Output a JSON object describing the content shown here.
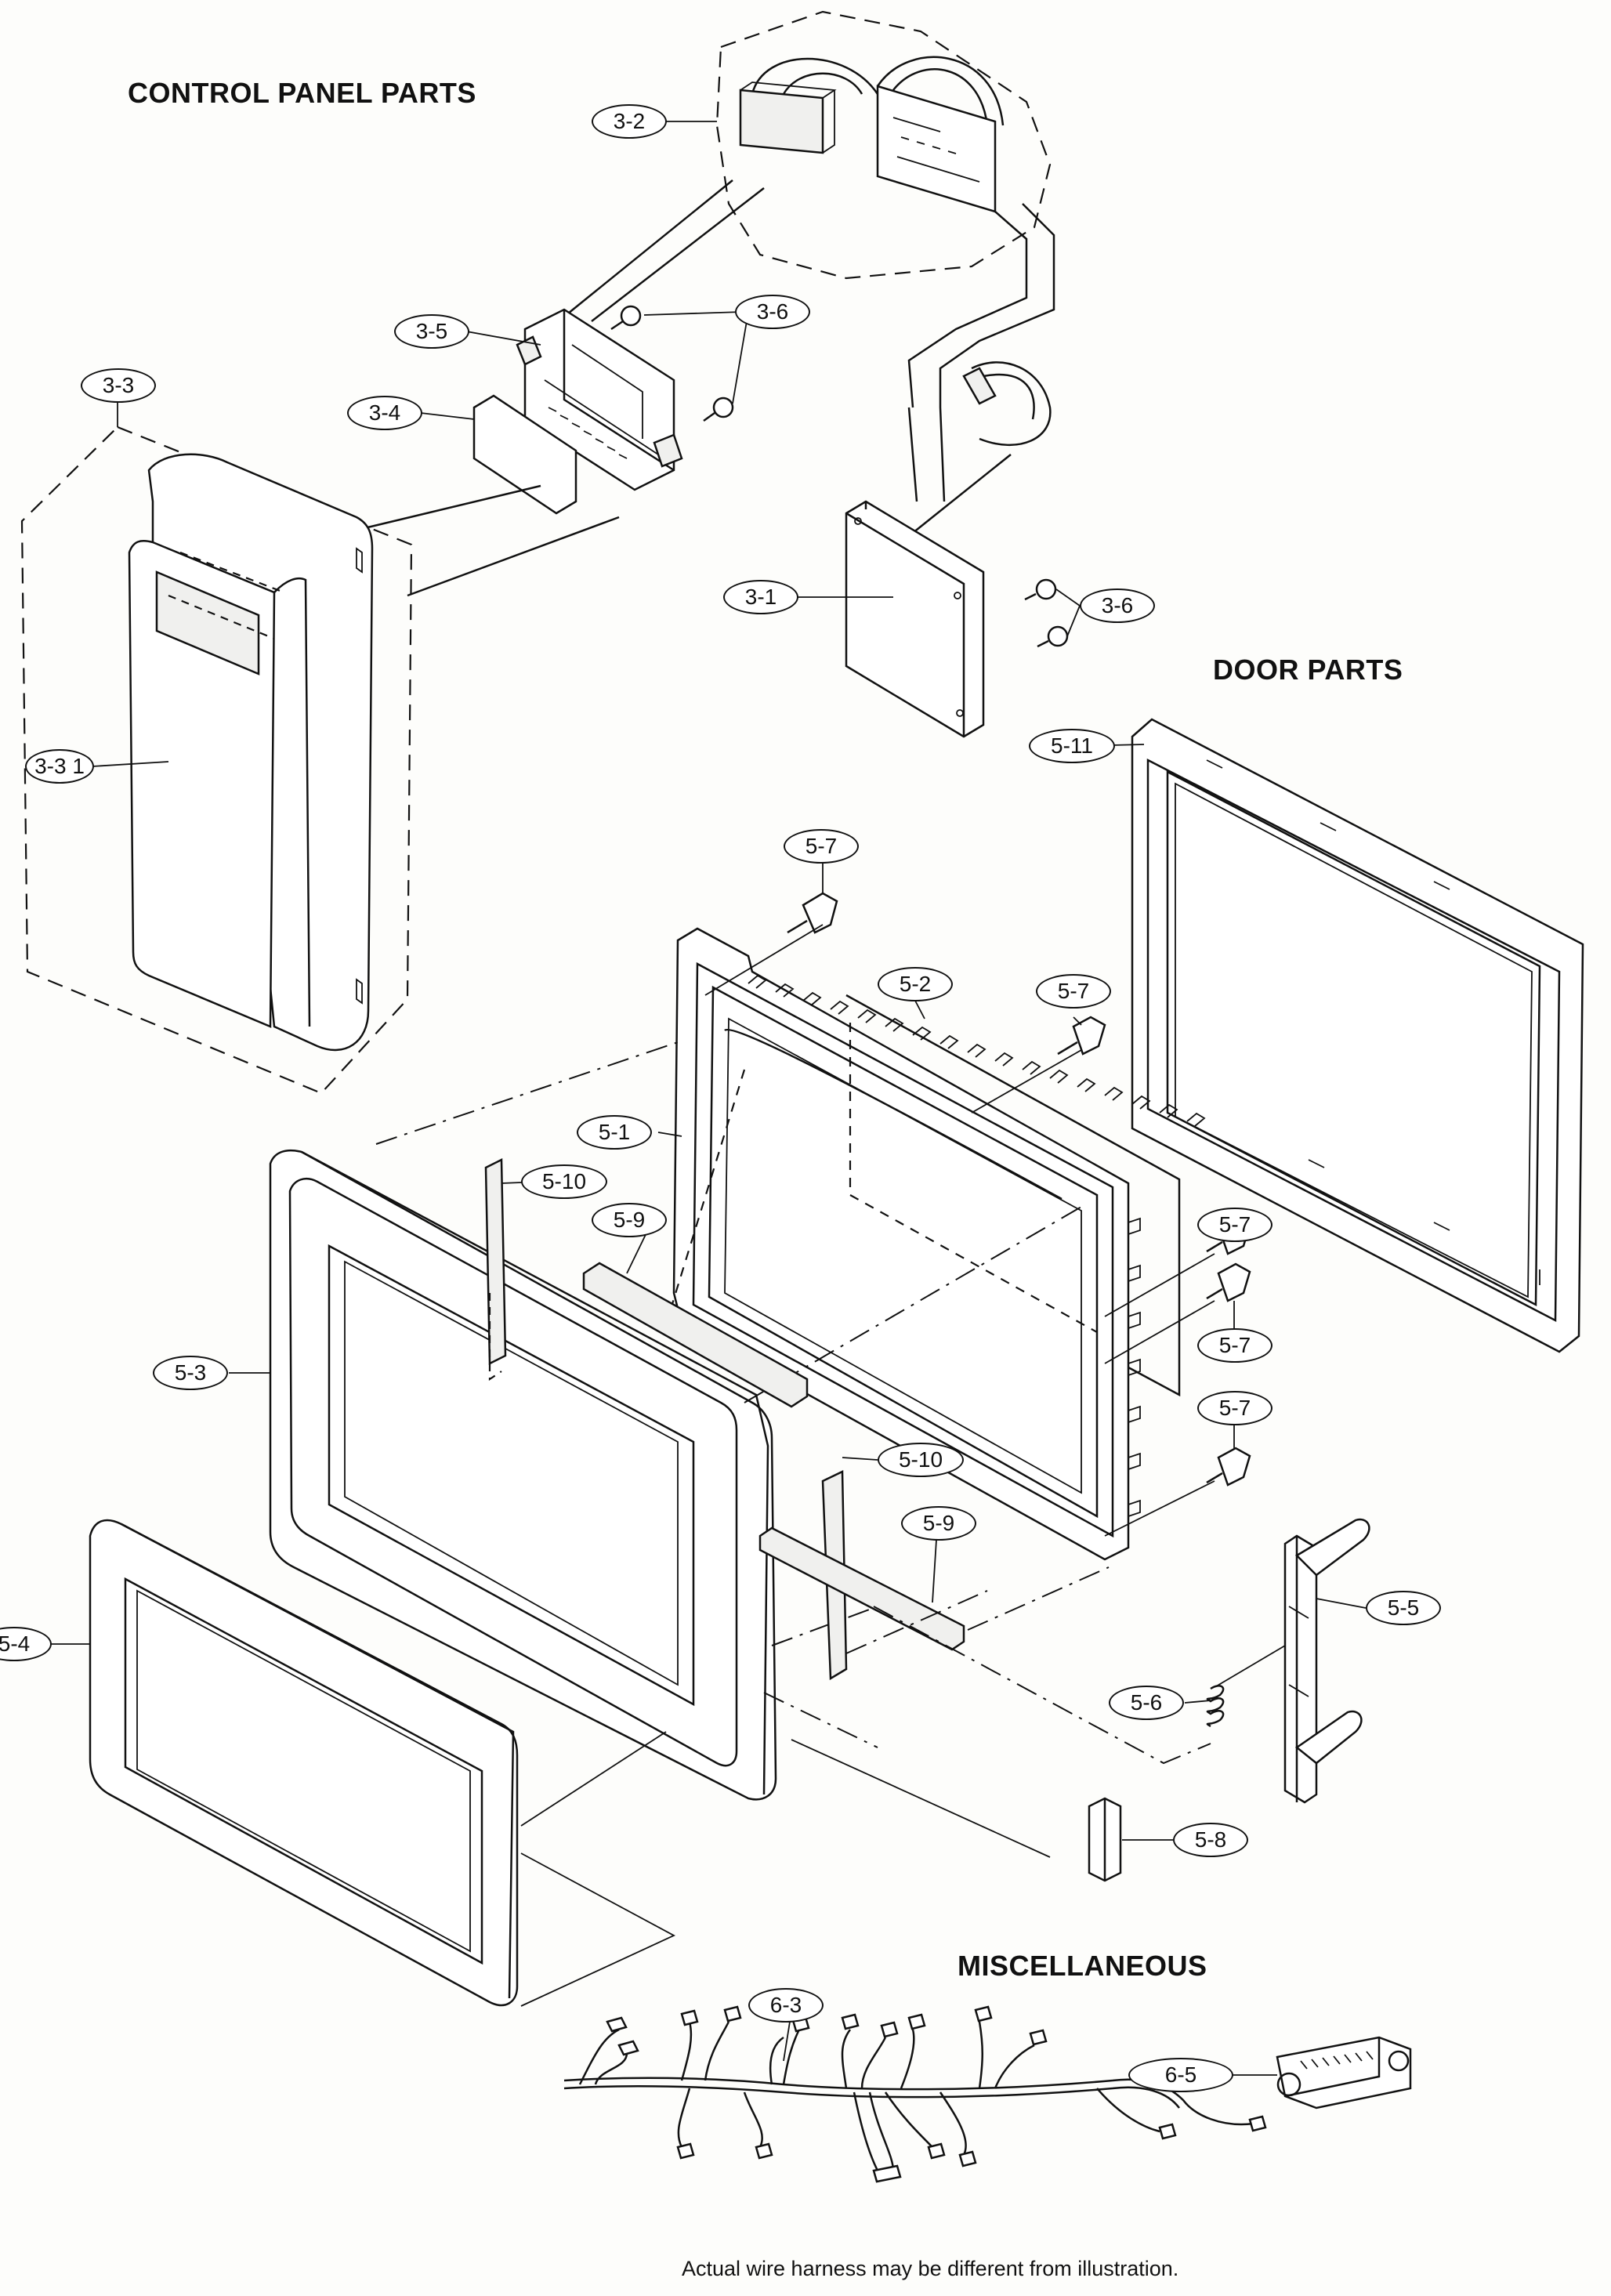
{
  "sections": {
    "control_panel": "CONTROL PANEL PARTS",
    "door": "DOOR PARTS",
    "misc": "MISCELLANEOUS"
  },
  "note": "Actual wire harness may be different from illustration.",
  "callouts": {
    "p3_2": "3-2",
    "p3_6a": "3-6",
    "p3_5": "3-5",
    "p3_3": "3-3",
    "p3_4": "3-4",
    "p3_1": "3-1",
    "p3_6b": "3-6",
    "p3_3_1": "3-3 1",
    "p5_11": "5-11",
    "p5_7a": "5-7",
    "p5_2": "5-2",
    "p5_7b": "5-7",
    "p5_1": "5-1",
    "p5_10a": "5-10",
    "p5_9a": "5-9",
    "p5_7c": "5-7",
    "p5_3": "5-3",
    "p5_7d": "5-7",
    "p5_7e": "5-7",
    "p5_10b": "5-10",
    "p5_9b": "5-9",
    "p5_4": "5-4",
    "p5_5": "5-5",
    "p5_6": "5-6",
    "p5_8": "5-8",
    "p6_3": "6-3",
    "p6_5": "6-5"
  }
}
